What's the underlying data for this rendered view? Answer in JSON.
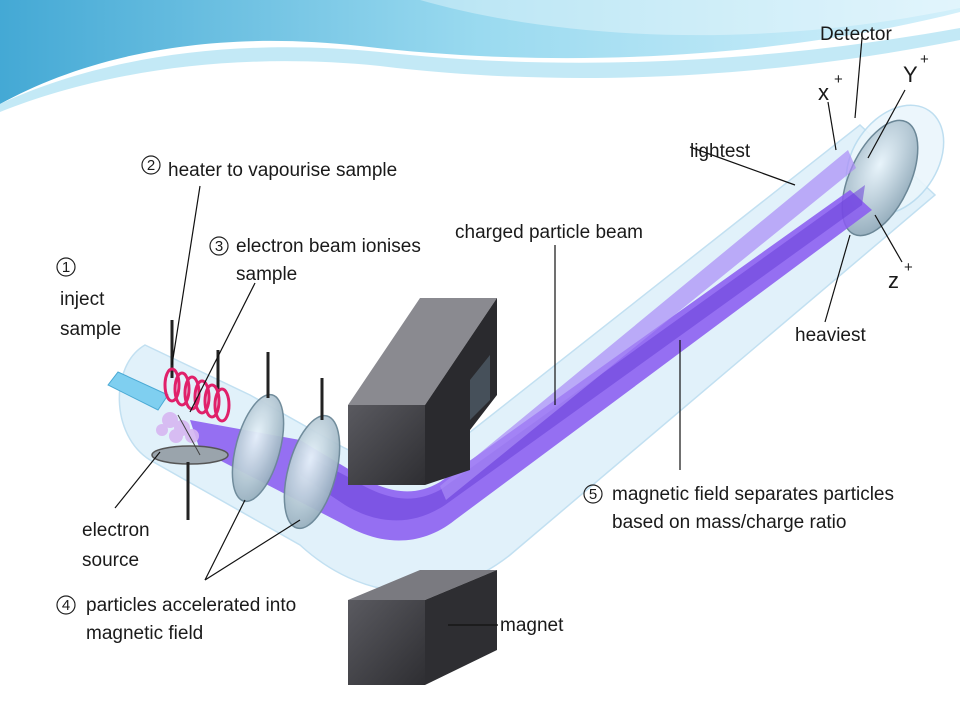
{
  "labels": {
    "step1_num": "1",
    "step1_line1": "inject",
    "step1_line2": "sample",
    "step2_num": "2",
    "step2_text": "heater to vapourise sample",
    "step3_num": "3",
    "step3_line1": "electron beam ionises",
    "step3_line2": "sample",
    "step4_num": "4",
    "step4_line1": "particles accelerated into",
    "step4_line2": "magnetic field",
    "step5_num": "5",
    "step5_line1": "magnetic field separates particles",
    "step5_line2": "based on mass/charge ratio",
    "electron_source_line1": "electron",
    "electron_source_line2": "source",
    "charged_beam": "charged particle beam",
    "magnet": "magnet",
    "detector": "Detector",
    "lightest": "lightest",
    "heaviest": "heaviest",
    "x_plus": "x",
    "y_plus": "Y",
    "z_plus": "z",
    "plus": "+"
  },
  "colors": {
    "tube": "#dff0fb",
    "beam": "#8a5cf0",
    "magnet": "#4a4a4e",
    "coil": "#e0206a",
    "swoosh": "#6ec6e6"
  }
}
